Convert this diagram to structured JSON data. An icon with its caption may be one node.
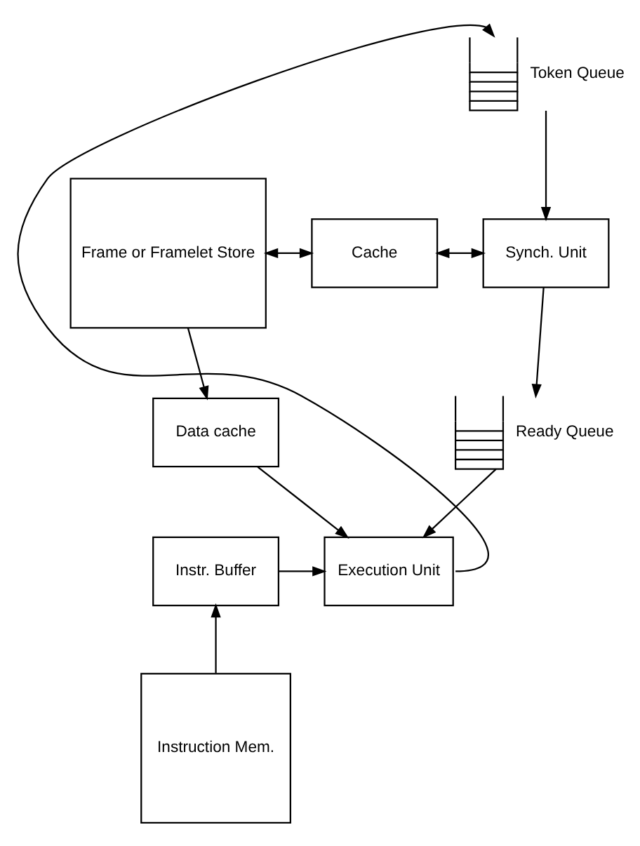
{
  "diagram": {
    "nodes": [
      {
        "text": [
          "Token Queue"
        ]
      },
      {
        "text": [
          "Frame or Framelet Store"
        ]
      },
      {
        "text": [
          "Cache"
        ]
      },
      {
        "text": [
          "Synch. Unit"
        ]
      },
      {
        "text": [
          "Ready Queue"
        ]
      },
      {
        "text": [
          "Data cache"
        ]
      },
      {
        "text": [
          "Execution Unit"
        ]
      },
      {
        "text": [
          "Instr. Buffer"
        ]
      },
      {
        "text": [
          "Instruction Mem."
        ]
      }
    ],
    "edges": [
      {
        "from": 6,
        "to": 0,
        "arrow": "to"
      },
      {
        "from": 0,
        "to": 3,
        "arrow": "to"
      },
      {
        "from": 1,
        "to": 2,
        "arrow": "both"
      },
      {
        "from": 2,
        "to": 3,
        "arrow": "both"
      },
      {
        "from": 3,
        "to": 4,
        "arrow": "to"
      },
      {
        "from": 1,
        "to": 5,
        "arrow": "to"
      },
      {
        "from": 5,
        "to": 6,
        "arrow": "to"
      },
      {
        "from": 4,
        "to": 6,
        "arrow": "to"
      },
      {
        "from": 7,
        "to": 6,
        "arrow": "to"
      },
      {
        "from": 8,
        "to": 7,
        "arrow": "to"
      }
    ]
  }
}
